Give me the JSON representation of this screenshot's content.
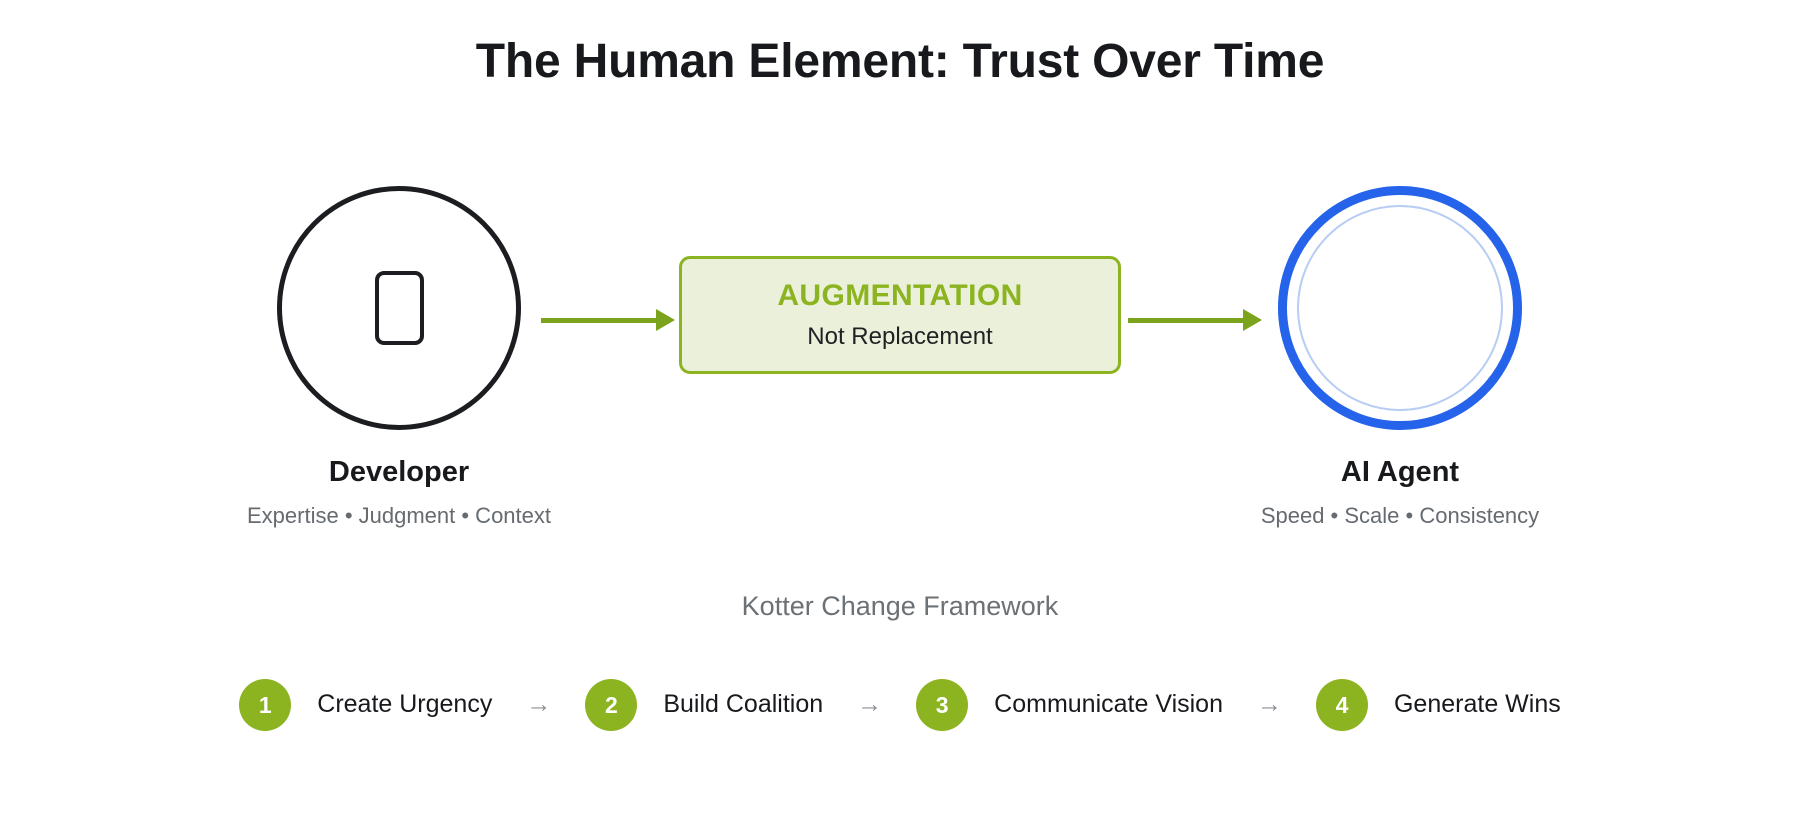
{
  "page": {
    "title": "The Human Element: Trust Over Time",
    "background": "#ffffff"
  },
  "colors": {
    "accent_green": "#8cb420",
    "arrow_green": "#7ba31c",
    "card_fill": "#eaf0d9",
    "agent_blue": "#2563eb",
    "agent_inner_blue": "#b7cdf4",
    "developer_black": "#1b1d20",
    "muted_text": "#666b70",
    "separator_gray": "#8b9096"
  },
  "flow": {
    "developer": {
      "name": "Developer",
      "traits": "Expertise • Judgment • Context",
      "icon": "person-circle-icon"
    },
    "arrow_left": "arrow-right-icon",
    "center_card": {
      "title": "AUGMENTATION",
      "subtitle": "Not Replacement"
    },
    "arrow_right": "arrow-right-icon",
    "agent": {
      "name": "AI Agent",
      "traits": "Speed • Scale • Consistency",
      "icon": "ai-ring-icon"
    }
  },
  "kotter": {
    "heading": "Kotter Change Framework",
    "separator": "→",
    "steps": [
      {
        "number": "1",
        "label": "Create Urgency"
      },
      {
        "number": "2",
        "label": "Build Coalition"
      },
      {
        "number": "3",
        "label": "Communicate Vision"
      },
      {
        "number": "4",
        "label": "Generate Wins"
      }
    ]
  }
}
